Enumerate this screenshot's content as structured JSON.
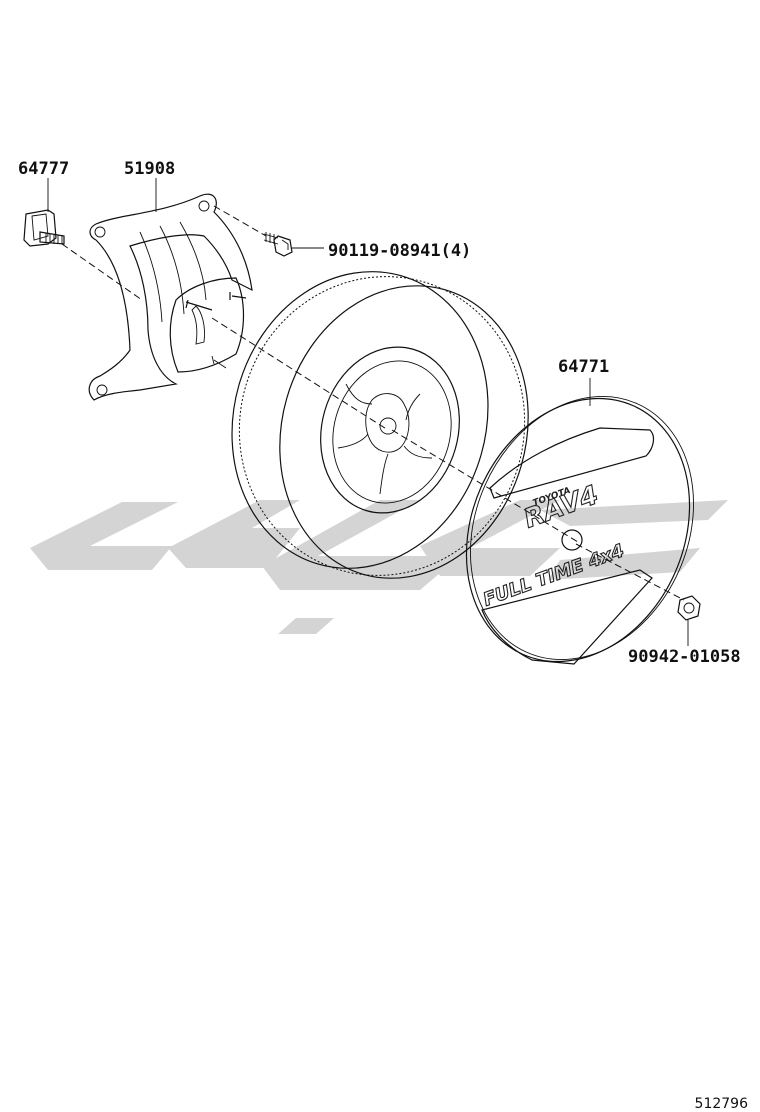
{
  "diagram": {
    "parts": [
      {
        "id": "64777",
        "label": "64777"
      },
      {
        "id": "51908",
        "label": "51908"
      },
      {
        "id": "90119",
        "label": "90119-08941(4)"
      },
      {
        "id": "64771",
        "label": "64771"
      },
      {
        "id": "90942",
        "label": "90942-01058"
      }
    ],
    "cover_text": {
      "brand": "TOYOTA",
      "model": "RAV4",
      "drive": "FULL TIME 4x4"
    },
    "figure_number": "512796"
  },
  "colors": {
    "line": "#111111",
    "watermark": "#d4d4d4",
    "background": "#ffffff"
  }
}
